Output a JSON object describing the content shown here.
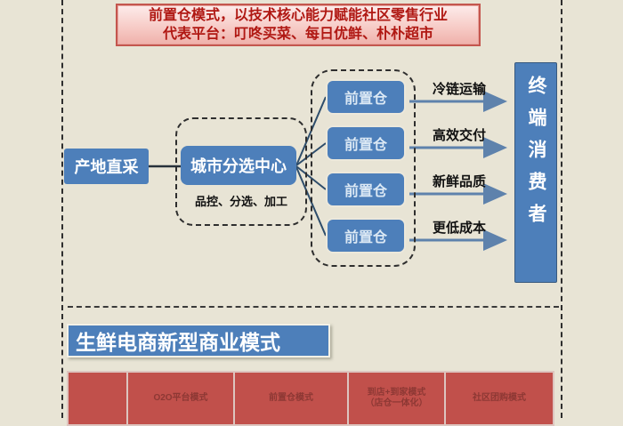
{
  "banner": {
    "line1": "前置仓模式，以技术核心能力赋能社区零售行业",
    "line2": "代表平台：叮咚买菜、每日优鲜、朴朴超市"
  },
  "flow": {
    "source_label": "产地直采",
    "center_label": "城市分选中心",
    "center_caption": "品控、分选、加工",
    "warehouses": [
      "前置仓",
      "前置仓",
      "前置仓",
      "前置仓"
    ],
    "benefits": [
      "冷链运输",
      "高效交付",
      "新鲜品质",
      "更低成本"
    ],
    "consumer_label": "终端消费者"
  },
  "section": {
    "title": "生鲜电商新型商业模式"
  },
  "table": {
    "headers": [
      {
        "lines": [
          "",
          ""
        ]
      },
      {
        "lines": [
          "O2O平台模式",
          ""
        ]
      },
      {
        "lines": [
          "前置仓模式",
          ""
        ]
      },
      {
        "lines": [
          "到店+到家模式",
          "（店仓一体化）"
        ]
      },
      {
        "lines": [
          "社区团购模式",
          ""
        ]
      }
    ]
  },
  "colors": {
    "background": "#e8e4d5",
    "box_blue": "#4d7fba",
    "table_red": "#c1504b",
    "banner_text_red": "#b01813",
    "arrow_blue": "#5e82ac"
  }
}
